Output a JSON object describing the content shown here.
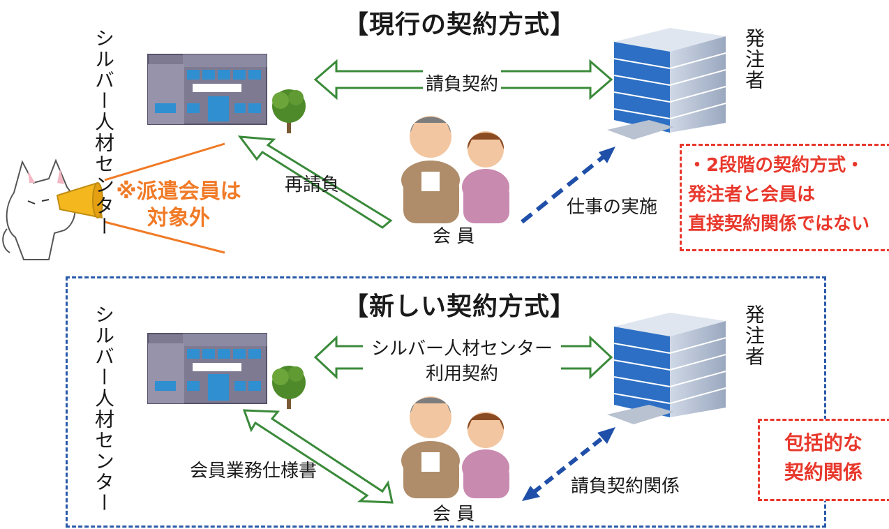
{
  "current": {
    "title": "【現行の契約方式】",
    "center_label": "シルバー人材センター",
    "client_label": "発注者",
    "contract_arrow_label": "請負契約",
    "subcontract_label": "再請負",
    "work_label": "仕事の実施",
    "member_label": "会 員",
    "note_lines": [
      "・2段階の契約方式・",
      "発注者と会員は",
      "直接契約関係ではない"
    ]
  },
  "cat_note": {
    "lines": [
      "※派遣会員は",
      "対象外"
    ]
  },
  "new": {
    "title": "【新しい契約方式】",
    "center_label": "シルバー人材センター",
    "client_label": "発注者",
    "contract_arrow_lines": [
      "シルバー人材センター",
      "利用契約"
    ],
    "spec_label": "会員業務仕様書",
    "relation_label": "請負契約関係",
    "member_label": "会 員",
    "note_lines": [
      "包括的な",
      "契約関係"
    ]
  },
  "colors": {
    "arrow_green": "#3a8a3a",
    "arrow_blue": "#1f4fa8",
    "note_red": "#e8382c",
    "cat_orange": "#f07a26"
  }
}
